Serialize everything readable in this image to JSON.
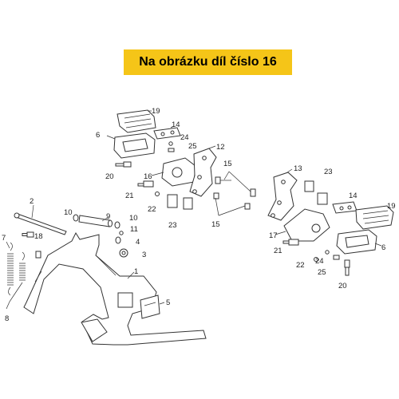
{
  "banner": {
    "text": "Na obrázku díl číslo 16"
  },
  "callouts": [
    {
      "id": "c19a",
      "label": "19"
    },
    {
      "id": "c14a",
      "label": "14"
    },
    {
      "id": "c6a",
      "label": "6"
    },
    {
      "id": "c24a",
      "label": "24"
    },
    {
      "id": "c25a",
      "label": "25"
    },
    {
      "id": "c12",
      "label": "12"
    },
    {
      "id": "c20a",
      "label": "20"
    },
    {
      "id": "c16",
      "label": "16"
    },
    {
      "id": "c15a",
      "label": "15"
    },
    {
      "id": "c21a",
      "label": "21"
    },
    {
      "id": "c22a",
      "label": "22"
    },
    {
      "id": "c23a",
      "label": "23"
    },
    {
      "id": "c15b",
      "label": "15"
    },
    {
      "id": "c13",
      "label": "13"
    },
    {
      "id": "c23b",
      "label": "23"
    },
    {
      "id": "c14b",
      "label": "14"
    },
    {
      "id": "c19b",
      "label": "19"
    },
    {
      "id": "c17",
      "label": "17"
    },
    {
      "id": "c6b",
      "label": "6"
    },
    {
      "id": "c21b",
      "label": "21"
    },
    {
      "id": "c24b",
      "label": "24"
    },
    {
      "id": "c22b",
      "label": "22"
    },
    {
      "id": "c25b",
      "label": "25"
    },
    {
      "id": "c20b",
      "label": "20"
    },
    {
      "id": "c2",
      "label": "2"
    },
    {
      "id": "c10a",
      "label": "10"
    },
    {
      "id": "c9",
      "label": "9"
    },
    {
      "id": "c10b",
      "label": "10"
    },
    {
      "id": "c11",
      "label": "11"
    },
    {
      "id": "c7",
      "label": "7"
    },
    {
      "id": "c18",
      "label": "18"
    },
    {
      "id": "c4",
      "label": "4"
    },
    {
      "id": "c3",
      "label": "3"
    },
    {
      "id": "c1",
      "label": "1"
    },
    {
      "id": "c5",
      "label": "5"
    },
    {
      "id": "c8",
      "label": "8"
    }
  ]
}
